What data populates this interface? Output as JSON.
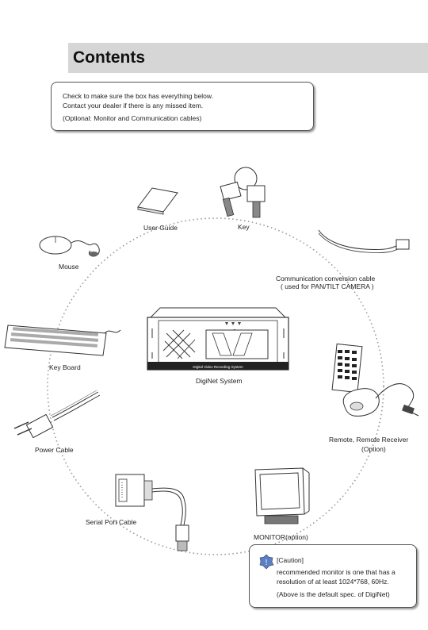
{
  "header": {
    "title": "Contents"
  },
  "note": {
    "line1": "Check to make sure the box has everything below.",
    "line2": "Contact your dealer if there is any missed item.",
    "line3": "(Optional: Monitor and Communication cables)"
  },
  "items": {
    "user_guide": "User Guide",
    "key": "Key",
    "mouse": "Mouse",
    "comm_cable_1": "Communication conversion cable",
    "comm_cable_2": "( used for PAN/TILT CAMERA )",
    "keyboard": "Key Board",
    "system": "DigiNet System",
    "system_panel_text": "Digital Video Recording System",
    "power_cable": "Power Cable",
    "remote_1": "Remote, Remote Receiver",
    "remote_2": "(Option)",
    "serial_cable": "Serial Port Cable",
    "monitor": "MONITOR(option)"
  },
  "caution": {
    "title": "[Caution]",
    "line1": "recommended monitor is one that has a",
    "line2": "resolution of at least 1024*768, 60Hz.",
    "line3": "(Above is the default spec. of DigiNet)"
  }
}
